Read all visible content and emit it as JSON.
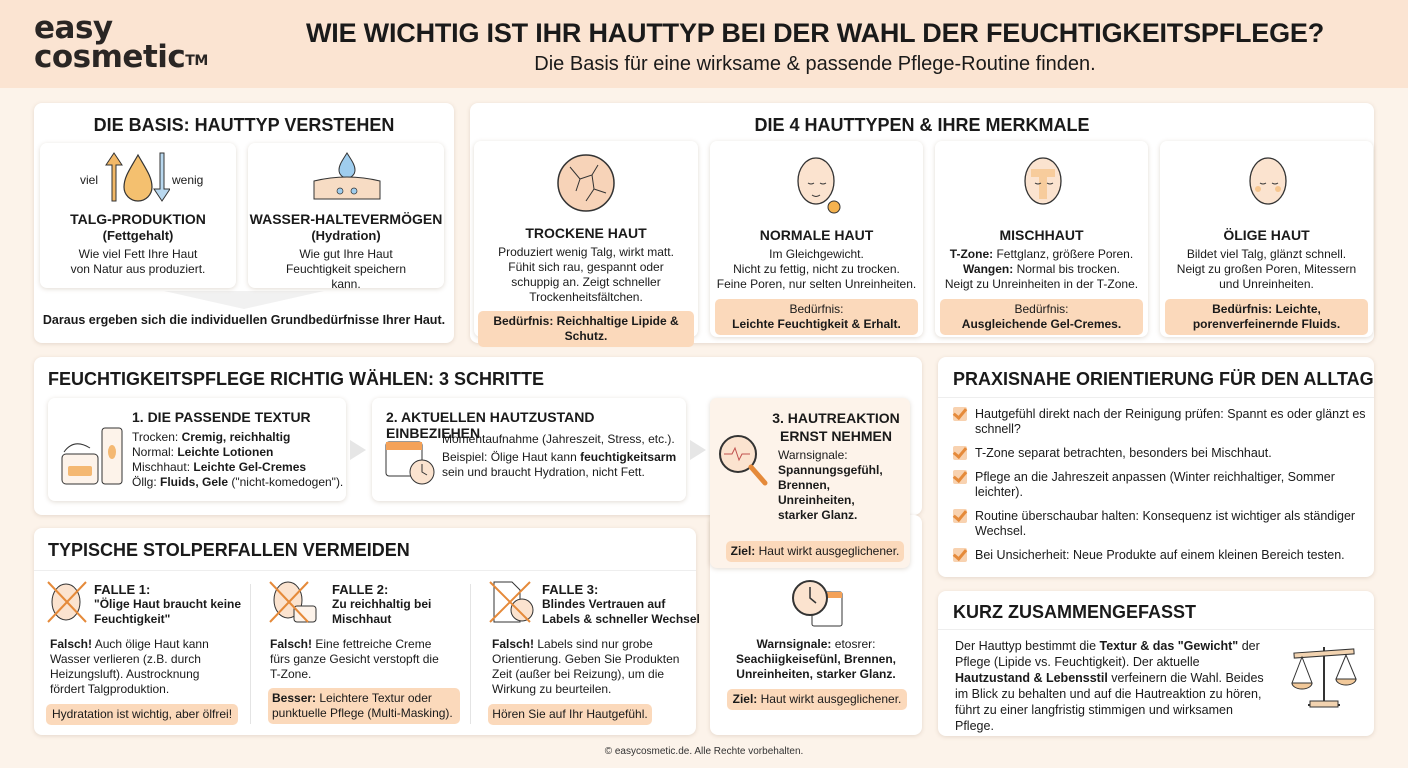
{
  "header": {
    "logo_line1": "easy",
    "logo_line2": "cosmetic",
    "logo_tm": "TM",
    "title": "WIE WICHTIG IST IHR HAUTTYP BEI DER WAHL DER FEUCHTIGKEITSPFLEGE?",
    "subtitle": "Die Basis für eine wirksame & passende Pflege-Routine finden."
  },
  "colors": {
    "accent": "#f4a259",
    "need_bg": "#fbd9bb",
    "header_bg": "#fbe4d2",
    "page_bg": "#fcf3ea"
  },
  "basis": {
    "title": "DIE BASIS: HAUTTYP VERSTEHEN",
    "talg": {
      "label_viel": "viel",
      "label_wenig": "wenig",
      "title": "TALG-PRODUKTION",
      "sub": "(Fettgehalt)",
      "text": "Wie viel Fett Ihre Haut von Natur aus produziert.",
      "icon": "oil-drop-arrows-icon"
    },
    "wasser": {
      "title": "WASSER-HALTEVERMÖGEN",
      "sub": "(Hydration)",
      "text": "Wie gut Ihre Haut Feuchtigkeit speichern kann.",
      "icon": "water-skin-icon"
    },
    "footer": "Daraus ergeben sich die individuellen Grundbedürfnisse Ihrer Haut."
  },
  "types": {
    "title": "DIE 4 HAUTTYPEN & IHRE MERKMALE",
    "items": [
      {
        "name": "TROCKENE HAUT",
        "icon": "cracked-skin-icon",
        "lines": [
          "Produziert wenig Talg, wirkt matt.",
          "Fühit sich rau, gespannt oder",
          "schuppig an. Zeigt schneller",
          "Trockenheitsfältchen."
        ],
        "need": "Bedürfnis: Reichhaltige Lipide & Schutz."
      },
      {
        "name": "NORMALE HAUT",
        "icon": "face-flower-icon",
        "lines": [
          "Im Gleichgewicht.",
          "Nicht zu fettig, nicht zu trocken.",
          "Feine Poren, nur selten Unreinheiten."
        ],
        "need_label": "Bedürfnis:",
        "need": "Leichte Feuchtigkeit & Erhalt."
      },
      {
        "name": "MISCHHAUT",
        "icon": "face-tzone-icon",
        "l1b": "T-Zone:",
        "l1": " Fettglanz, größere Poren.",
        "l2b": "Wangen:",
        "l2": " Normal bis trocken.",
        "l3": "Neigt zu Unreinheiten in der T-Zone.",
        "need_label": "Bedürfnis:",
        "need": "Ausgleichende Gel-Cremes."
      },
      {
        "name": "ÖLIGE HAUT",
        "icon": "face-oily-icon",
        "lines": [
          "Bildet viel Talg, glänzt schnell.",
          "Neigt zu großen Poren, Mitessern",
          "und Unreinheiten."
        ],
        "need_label": "Bedürfnis:",
        "need": "Leichte, porenverfeinernde Fluids."
      }
    ]
  },
  "steps": {
    "title": "FEUCHTIGKEITSPFLEGE RICHTIG WÄHLEN: 3 SCHRITTE",
    "s1": {
      "title": "1. DIE PASSENDE TEXTUR",
      "rows": [
        {
          "k": "Trocken: ",
          "v": "Cremig, reichhaltig",
          "e": ""
        },
        {
          "k": "Normal: ",
          "v": "Leichte Lotionen",
          "e": ""
        },
        {
          "k": "Mischhaut: ",
          "v": "Leichte Gel-Cremes",
          "e": ""
        },
        {
          "k": "Öllg: ",
          "v": "Fluids, Gele",
          "e": " (\"nicht-komedogen\")."
        }
      ]
    },
    "s2": {
      "title": "2. AKTUELLEN HAUTZUSTAND EINBEZIEHEN",
      "l1": "Momentaufnahme (Jahreszeit, Stress, etc.).",
      "l2a": "Beispiel: Ölige Haut kann ",
      "l2b": "feuchtigkeitsarm",
      "l2c": " sein und braucht Hydration, nicht Fett."
    },
    "s3": {
      "title": "3. HAUTREAKTION ERNST NEHMEN",
      "warn_label": "Warnsignale:",
      "warn": "Spannungsgefühl, Brennen, Unreinheiten, starker Glanz.",
      "goal_label": "Ziel:",
      "goal": " Haut wirkt ausgeglichener."
    },
    "s3b": {
      "warn_label": "Warnsignale:",
      "warn_extra": " etosrer:",
      "warn": "Seachiigkeisefünl, Brennen, Unreinheiten, starker Glanz.",
      "goal_label": "Ziel:",
      "goal": " Haut wirkt ausgeglichener."
    }
  },
  "pitfalls": {
    "title": "TYPISCHE STOLPERFALLEN VERMEIDEN",
    "items": [
      {
        "title": "FALLE 1:",
        "sub": "\"Ölige Haut braucht keine Feuchtigkeit\"",
        "wrong": "Falsch!",
        "text": " Auch ölige Haut kann Wasser verlieren (z.B. durch Heizungsluft). Austrocknung fördert Talgproduktion.",
        "tip_b": "",
        "tip": "Hydratation ist wichtig, aber ölfrei!"
      },
      {
        "title": "FALLE 2:",
        "sub": "Zu reichhaltig bei Mischhaut",
        "wrong": "Falsch!",
        "text": " Eine fettreiche Creme fürs ganze Gesicht verstopft die T-Zone.",
        "tip_b": "Besser:",
        "tip": " Leichtere Textur oder punktuelle Pflege (Multi-Masking)."
      },
      {
        "title": "FALLE 3:",
        "sub": "Blindes Vertrauen auf Labels & schneller Wechsel",
        "wrong": "Falsch!",
        "text": " Labels sind nur grobe Orientierung. Geben Sie Produkten Zeit (außer bei Reizung), um die Wirkung zu beurteilen.",
        "tip_b": "",
        "tip": "Hören Sie auf Ihr Hautgefühl."
      }
    ]
  },
  "praxis": {
    "title": "PRAXISNAHE ORIENTIERUNG FÜR DEN ALLTAG",
    "items": [
      "Hautgefühl direkt nach der Reinigung prüfen: Spannt es oder glänzt es schnell?",
      "T-Zone separat betrachten, besonders bei Mischhaut.",
      "Pflege an die Jahreszeit anpassen (Winter reichhaltiger, Sommer leichter).",
      "Routine überschaubar halten: Konsequenz ist wichtiger als ständiger Wechsel.",
      "Bei Unsicherheit: Neue Produkte auf einem kleinen Bereich testen."
    ]
  },
  "summary": {
    "title": "KURZ ZUSAMMENGEFASST",
    "a": "Der Hauttyp bestimmt die ",
    "b": "Textur & das \"Gewicht\"",
    "c": " der Pflege (Lipide vs. Feuchtigkeit). Der aktuelle ",
    "d": "Hautzustand & Lebensstil",
    "e": " verfeinern die Wahl. Beides im Blick zu behalten und auf die Hautreaktion zu hören, führt zu einer langfristig stimmigen und wirksamen Pflege.",
    "icon": "scale-icon"
  },
  "footer": "© easycosmetic.de. Alle Rechte vorbehalten."
}
